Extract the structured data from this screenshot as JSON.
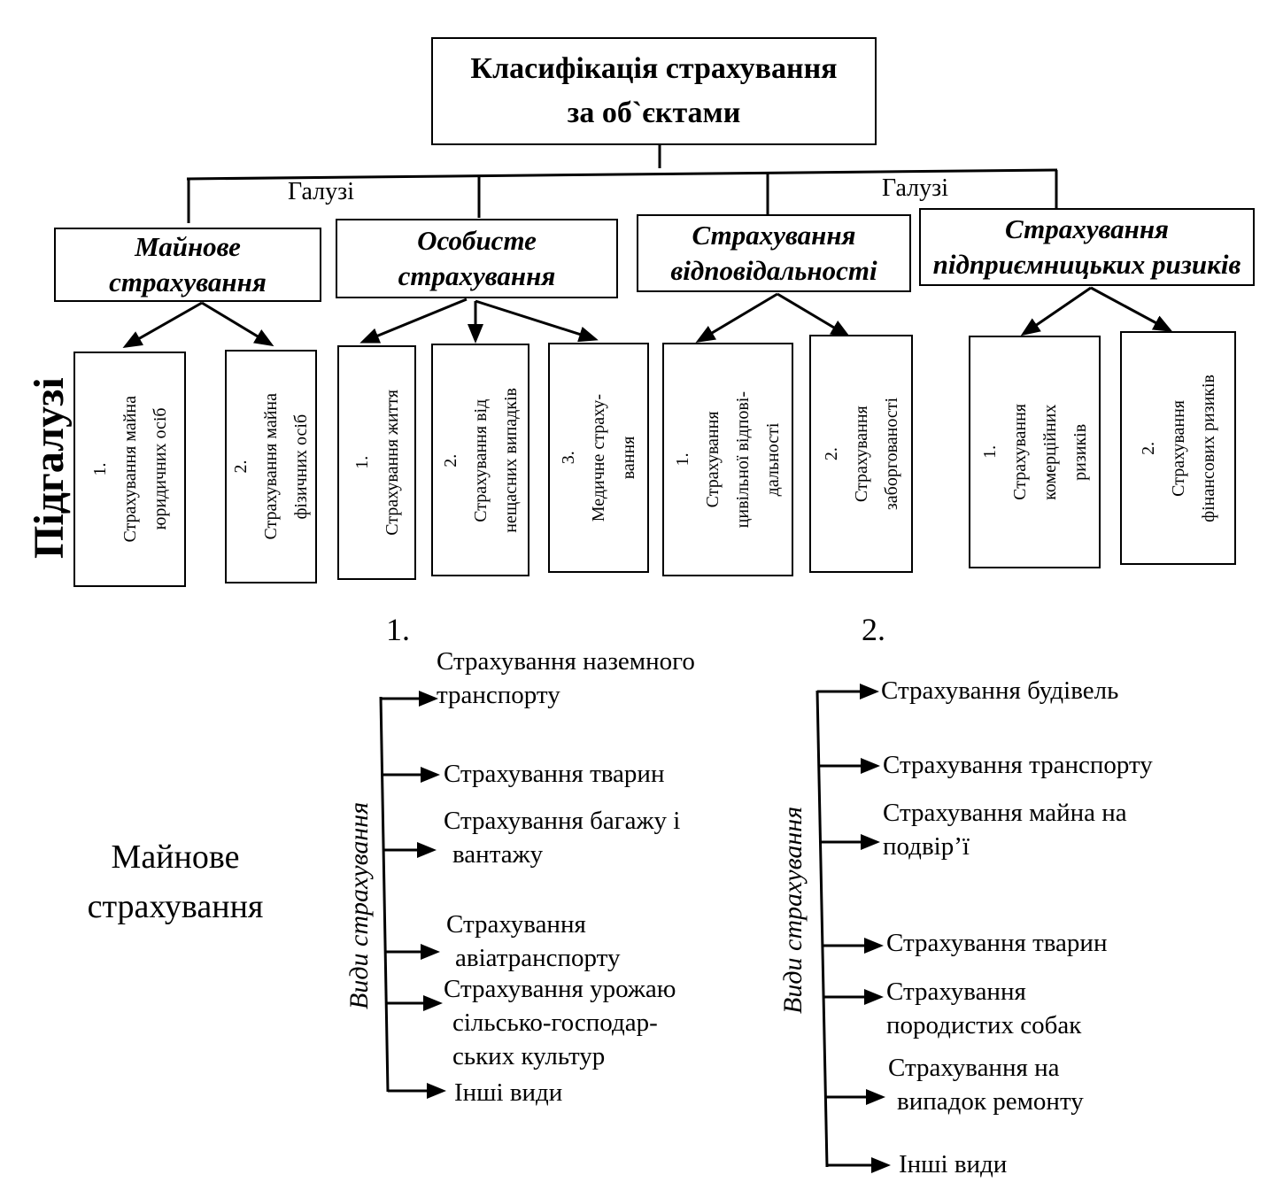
{
  "title": {
    "line1": "Класифікація страхування",
    "line2": "за об`єктами"
  },
  "galuzi_labels": [
    "Галузі",
    "Галузі"
  ],
  "side_label": "Підгалузі",
  "branches": [
    {
      "line1": "Майнове",
      "line2": "страхування"
    },
    {
      "line1": "Особисте",
      "line2": "страхування"
    },
    {
      "line1": "Страхування",
      "line2": "відповідальності"
    },
    {
      "line1": "Страхування",
      "line2": "підприємницьких ризиків"
    }
  ],
  "subbranches": [
    {
      "lines": [
        "1.",
        "Страхування майна",
        "юридичних осіб"
      ]
    },
    {
      "lines": [
        "2.",
        "Страхування майна",
        "фізичних осіб"
      ]
    },
    {
      "lines": [
        "1.",
        "Страхування життя"
      ]
    },
    {
      "lines": [
        "2.",
        "Страхування від",
        "нещасних випадків"
      ]
    },
    {
      "lines": [
        "3.",
        "Медичне страху-",
        "вання"
      ]
    },
    {
      "lines": [
        "1.",
        "Страхування",
        "цивільної відпові-",
        "дальності"
      ]
    },
    {
      "lines": [
        "2.",
        "Страхування",
        "заборгованості"
      ]
    },
    {
      "lines": [
        "1.",
        "Страхування",
        "комерційних",
        "ризиків"
      ]
    },
    {
      "lines": [
        "2.",
        "Страхування",
        "фінансових ризиків"
      ]
    }
  ],
  "lower": {
    "left_title": {
      "line1": "Майнове",
      "line2": "страхування"
    },
    "vidy_label": "Види страхування",
    "list1": {
      "number": "1.",
      "items": [
        [
          "Страхування наземного",
          "транспорту"
        ],
        [
          "Страхування тварин"
        ],
        [
          "Страхування багажу і",
          "вантажу"
        ],
        [
          "Страхування",
          "авіатранспорту"
        ],
        [
          "Страхування урожаю",
          "сільсько-господар-",
          "ських культур"
        ],
        [
          "Інші види"
        ]
      ]
    },
    "list2": {
      "number": "2.",
      "items": [
        [
          "Страхування будівель"
        ],
        [
          "Страхування транспорту"
        ],
        [
          "Страхування майна на",
          "подвір’ї"
        ],
        [
          "Страхування тварин"
        ],
        [
          "Страхування",
          "породистих собак"
        ],
        [
          "Страхування на",
          "випадок ремонту"
        ],
        [
          "Інші види"
        ]
      ]
    }
  }
}
